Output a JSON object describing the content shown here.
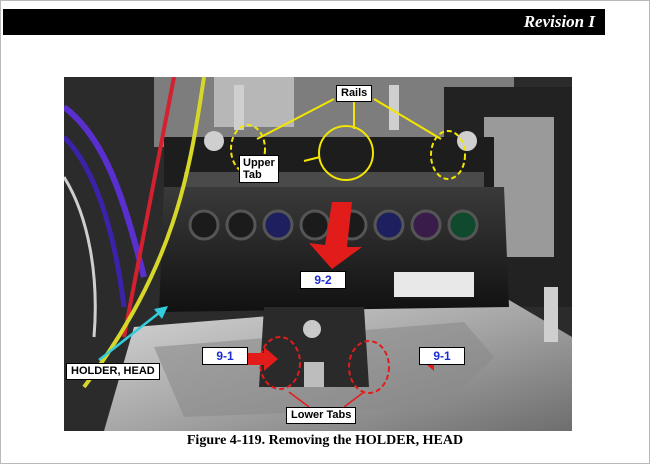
{
  "header": {
    "revision": "Revision I"
  },
  "labels": {
    "rails": "Rails",
    "upper_tab_line1": "Upper",
    "upper_tab_line2": "Tab",
    "holder_head": "HOLDER, HEAD",
    "lower_tabs": "Lower Tabs",
    "step_9_2": "9-2",
    "step_9_1_left": "9-1",
    "step_9_1_right": "9-1"
  },
  "caption": "Figure 4-119.  Removing the HOLDER, HEAD",
  "colors": {
    "header_bg": "#000000",
    "callout_line": "#f2e600",
    "arrow_red": "#e21b1b",
    "arrow_cyan": "#33ccdd",
    "step_text": "#1a2bd0"
  }
}
